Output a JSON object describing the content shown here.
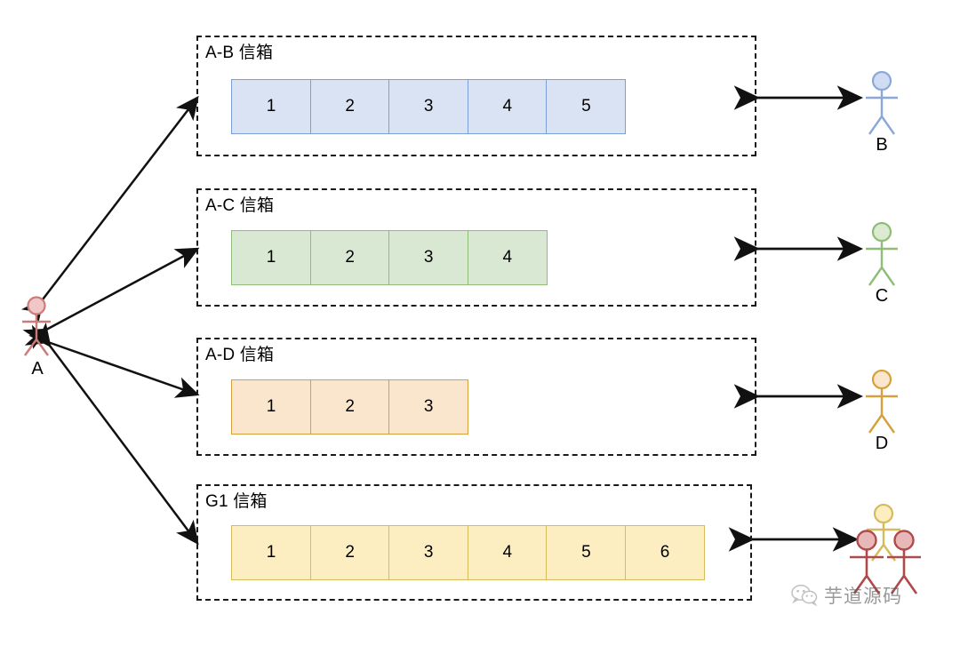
{
  "diagram": {
    "title_hidden": "",
    "actor_left": {
      "label": "A",
      "color": "#e8a3a3"
    },
    "mailboxes": [
      {
        "name": "mailbox-ab",
        "title": "A-B 信箱",
        "cells": [
          "1",
          "2",
          "3",
          "4",
          "5"
        ],
        "fill": "#dae3f3",
        "stroke": "#7b9fd4",
        "peer": {
          "label": "B",
          "color": "#a8c0e8",
          "head_fill": "#cfdcf2"
        }
      },
      {
        "name": "mailbox-ac",
        "title": "A-C 信箱",
        "cells": [
          "1",
          "2",
          "3",
          "4"
        ],
        "fill": "#d9e8d2",
        "stroke": "#8fbd79",
        "peer": {
          "label": "C",
          "color": "#8fbd79",
          "head_fill": "#d9e8d2"
        }
      },
      {
        "name": "mailbox-ad",
        "title": "A-D 信箱",
        "cells": [
          "1",
          "2",
          "3"
        ],
        "fill": "#fae6cd",
        "stroke": "#d6a13c",
        "peer": {
          "label": "D",
          "color": "#d6a13c",
          "head_fill": "#fae6cd"
        }
      },
      {
        "name": "mailbox-g1",
        "title": "G1 信箱",
        "cells": [
          "1",
          "2",
          "3",
          "4",
          "5",
          "6"
        ],
        "fill": "#fdeec2",
        "stroke": "#d6bb5c",
        "peer": {
          "label": "",
          "color": "#b04a4a",
          "head_fill": "#e8b8b8"
        }
      }
    ],
    "watermark": {
      "text": "芋道源码",
      "icon": "wechat-icon"
    }
  }
}
